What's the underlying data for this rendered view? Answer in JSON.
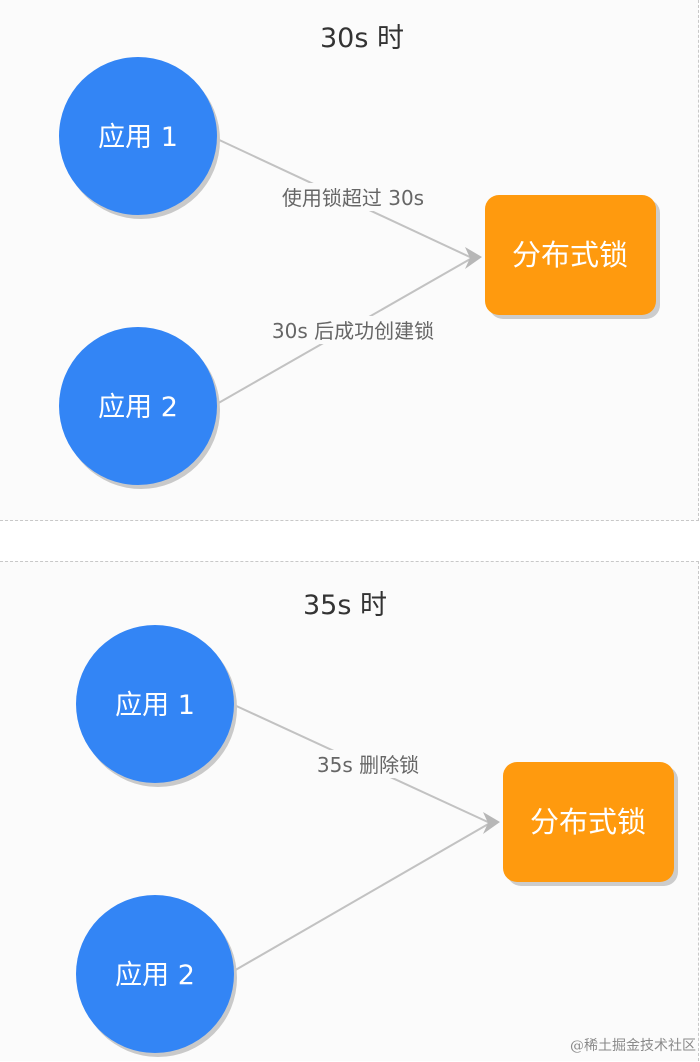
{
  "panels": [
    {
      "title": "30s 时",
      "app1": "应用 1",
      "app2": "应用 2",
      "lock": "分布式锁",
      "edge1_label": "使用锁超过 30s",
      "edge2_label": "30s 后成功创建锁"
    },
    {
      "title": "35s 时",
      "app1": "应用 1",
      "app2": "应用 2",
      "lock": "分布式锁",
      "edge1_label": "35s 删除锁"
    }
  ],
  "watermark": "@稀土掘金技术社区",
  "colors": {
    "app_node": "#3385f5",
    "lock_node": "#ff9a0e",
    "edge": "#c2c2c2"
  }
}
